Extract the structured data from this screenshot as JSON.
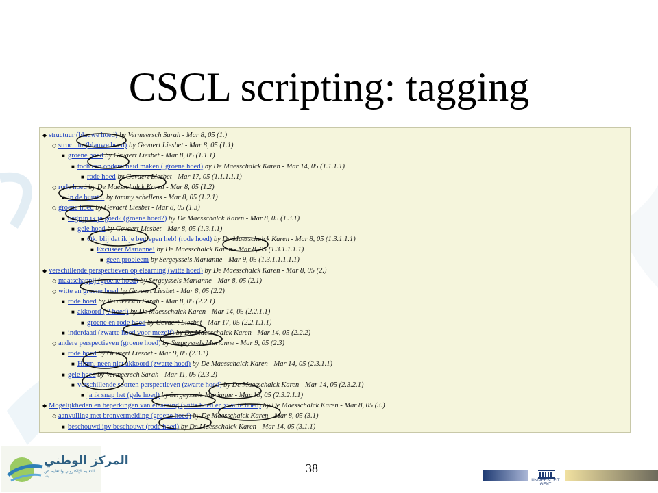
{
  "slide": {
    "title": "CSCL scripting: tagging",
    "page_number": "38"
  },
  "thread": [
    {
      "level": 0,
      "bullet": "◆",
      "link": "structuur (blauwe hoed)",
      "meta": " by Vermeersch Sarah - Mar 8, 05 (1.)"
    },
    {
      "level": 1,
      "bullet": "◇",
      "link": "structuur (blauwe hoed)",
      "meta": " by Gevaert Liesbet - Mar 8, 05 (1.1)"
    },
    {
      "level": 2,
      "bullet": "■",
      "link": "groene hoed",
      "meta": " by Gevaert Liesbet - Mar 8, 05 (1.1.1)"
    },
    {
      "level": 3,
      "bullet": "■",
      "link": "toch een onderscheid maken ( groene hoed)",
      "meta": " by De Maesschalck Karen - Mar 14, 05 (1.1.1.1)"
    },
    {
      "level": 4,
      "bullet": "■",
      "link": "rode hoed",
      "meta": " by Gevaert Liesbet - Mar 17, 05 (1.1.1.1.1)"
    },
    {
      "level": 1,
      "bullet": "◇",
      "link": "rode hoed",
      "meta": " by De Maesschalck Karen - Mar 8, 05 (1.2)"
    },
    {
      "level": 2,
      "bullet": "■",
      "link": "in de buurt...",
      "meta": " by tammy schellens - Mar 8, 05 (1.2.1)"
    },
    {
      "level": 1,
      "bullet": "◇",
      "link": "groene hoed",
      "meta": " by Gevaert Liesbet - Mar 8, 05 (1.3)"
    },
    {
      "level": 2,
      "bullet": "■",
      "link": "begrijp ik je goed? (groene hoed?)",
      "meta": " by De Maesschalck Karen - Mar 8, 05 (1.3.1)"
    },
    {
      "level": 3,
      "bullet": "■",
      "link": "gele hoed",
      "meta": " by Gevaert Liesbet - Mar 8, 05 (1.3.1.1)"
    },
    {
      "level": 4,
      "bullet": "■",
      "link": "Ok, blij dat ik je begrepen heb! (rode hoed)",
      "meta": " by De Maesschalck Karen - Mar 8, 05 (1.3.1.1.1)"
    },
    {
      "level": 5,
      "bullet": "■",
      "link": "Excuseer Marianne!",
      "meta": " by De Maesschalck Karen - Mar 8, 05 (1.3.1.1.1.1)"
    },
    {
      "level": 6,
      "bullet": "■",
      "link": "geen probleem",
      "meta": " by Sergeyssels Marianne - Mar 9, 05 (1.3.1.1.1.1.1)"
    },
    {
      "level": 0,
      "bullet": "◆",
      "link": "verschillende perspectieven op elearning (witte hoed)",
      "meta": " by De Maesschalck Karen - Mar 8, 05 (2.)"
    },
    {
      "level": 1,
      "bullet": "◇",
      "link": "maatschappij (groene hoed)",
      "meta": " by Sergeyssels Marianne - Mar 8, 05 (2.1)"
    },
    {
      "level": 1,
      "bullet": "◇",
      "link": "witte en groene hoed",
      "meta": " by Gevaert Liesbet - Mar 8, 05 (2.2)"
    },
    {
      "level": 2,
      "bullet": "■",
      "link": "rode hoed",
      "meta": " by Vermeersch Sarah - Mar 8, 05 (2.2.1)"
    },
    {
      "level": 3,
      "bullet": "■",
      "link": "akkoord ( ? hoed)",
      "meta": " by De Maesschalck Karen - Mar 14, 05 (2.2.1.1)"
    },
    {
      "level": 4,
      "bullet": "■",
      "link": "groene en rode hoed",
      "meta": " by Gevaert Liesbet - Mar 17, 05 (2.2.1.1.1)"
    },
    {
      "level": 2,
      "bullet": "■",
      "link": "inderdaad (zwarte hoed voor mezelf)",
      "meta": " by De Maesschalck Karen - Mar 14, 05 (2.2.2)"
    },
    {
      "level": 1,
      "bullet": "◇",
      "link": "andere perspectieven (groene hoed)",
      "meta": " by Sergeyssels Marianne - Mar 9, 05 (2.3)"
    },
    {
      "level": 2,
      "bullet": "■",
      "link": "rode hoed",
      "meta": " by Gevaert Liesbet - Mar 9, 05 (2.3.1)"
    },
    {
      "level": 3,
      "bullet": "■",
      "link": "Hmm, neen niet akkoord (zwarte hoed)",
      "meta": " by De Maesschalck Karen - Mar 14, 05 (2.3.1.1)"
    },
    {
      "level": 2,
      "bullet": "■",
      "link": "gele hoed",
      "meta": " by Vermeersch Sarah - Mar 11, 05 (2.3.2)"
    },
    {
      "level": 3,
      "bullet": "■",
      "link": "verschillende soorten perspectieven (zwarte hoed)",
      "meta": " by De Maesschalck Karen - Mar 14, 05 (2.3.2.1)"
    },
    {
      "level": 4,
      "bullet": "■",
      "link": "ja ik snap het (gele hoed)",
      "meta": " by Sergeyssels Marianne - Mar 15, 05 (2.3.2.1.1)"
    },
    {
      "level": 0,
      "bullet": "◆",
      "link": "Mogelijkheden en beperkingen van elearning (witte hoed en zwarte hoed)",
      "meta": " by De Maesschalck Karen - Mar 8, 05 (3.)"
    },
    {
      "level": 1,
      "bullet": "◇",
      "link": "aanvulling met bronvermelding (groene hoed)",
      "meta": " by De Maesschalck Karen - Mar 8, 05 (3.1)"
    },
    {
      "level": 2,
      "bullet": "■",
      "link": "beschouwd ipv beschouwt (rode hoed)",
      "meta": " by De Maesschalck Karen - Mar 14, 05 (3.1.1)"
    }
  ],
  "logo": {
    "arabic_name": "المركز الوطني",
    "arabic_sub": "للتعليم الإلكتروني والتعليم عن بعد"
  },
  "university": {
    "line1": "UNIVERSITEIT",
    "line2": "GENT"
  },
  "colors": {
    "forum_bg": "#f5f5dc",
    "link": "#1a3cbf",
    "ugent_blue": "#1f3b73"
  }
}
